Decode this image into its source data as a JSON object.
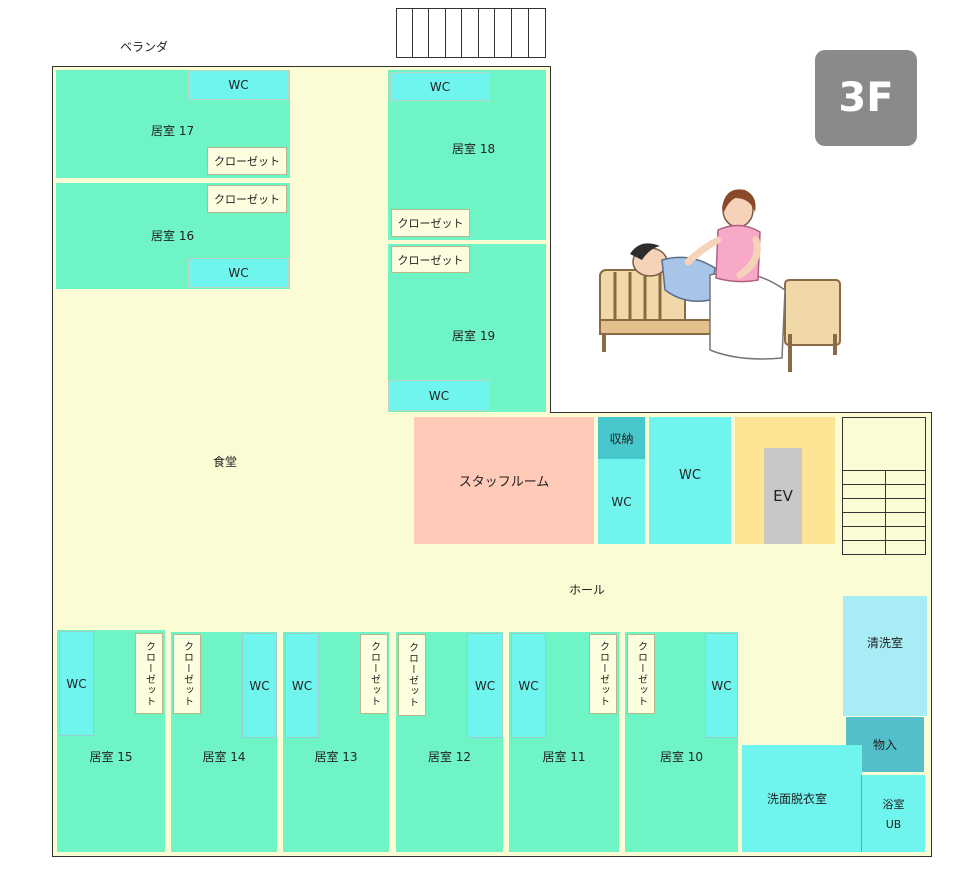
{
  "floor_badge": "3F",
  "labels": {
    "veranda": "ベランダ",
    "dining": "食堂",
    "hall": "ホール",
    "staff_room": "スタッフルーム",
    "storage": "収納",
    "ev": "EV",
    "cleaning": "清洗室",
    "supplies": "物入",
    "dressing": "洗面脱衣室",
    "bath_line1": "浴室",
    "bath_line2": "UB"
  },
  "wc": "WC",
  "closet": "クローゼット",
  "rooms": {
    "r17": "居室 17",
    "r16": "居室 16",
    "r18": "居室 18",
    "r19": "居室 19",
    "r15": "居室 15",
    "r14": "居室 14",
    "r13": "居室 13",
    "r12": "居室 12",
    "r11": "居室 11",
    "r10": "居室 10"
  },
  "colors": {
    "hall": "#fcfcd4",
    "room": "#6ff5c5",
    "wc": "#70f5ee",
    "staff_room": "#ffcab8",
    "storage": "#47c6cc",
    "ev_frame": "#fde494",
    "ev_car": "#c8c8c8",
    "cleaning": "#a8ecf5",
    "supplies": "#52bfcb",
    "badge": "#8a8a8a"
  }
}
